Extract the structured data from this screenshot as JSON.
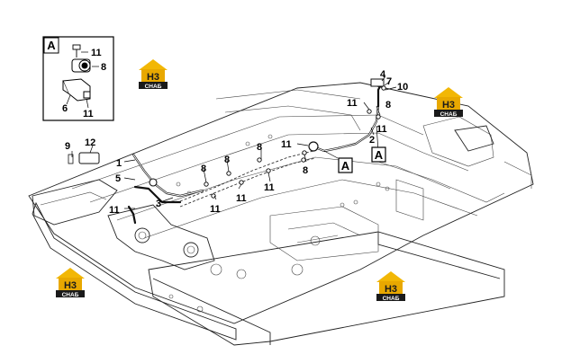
{
  "detail_box": {
    "label": "A",
    "callouts": {
      "c11a": "11",
      "c8": "8",
      "c6": "6",
      "c11b": "11"
    }
  },
  "view_labels": {
    "a1": "A",
    "a2": "A"
  },
  "callouts": {
    "n1": "1",
    "n2": "2",
    "n3": "3",
    "n4": "4",
    "n5": "5",
    "n7": "7",
    "n8a": "8",
    "n8b": "8",
    "n8c": "8",
    "n8d": "8",
    "n8e": "8",
    "n9": "9",
    "n10": "10",
    "n11a": "11",
    "n11b": "11",
    "n11c": "11",
    "n11d": "11",
    "n11e": "11",
    "n11f": "11",
    "n11g": "11",
    "n12": "12"
  },
  "watermark": {
    "logo_main": "H3",
    "logo_sub": "СНАБ",
    "colors": {
      "roof": "#f2b705",
      "box": "#e8a800",
      "dark": "#1a1a1a"
    }
  }
}
